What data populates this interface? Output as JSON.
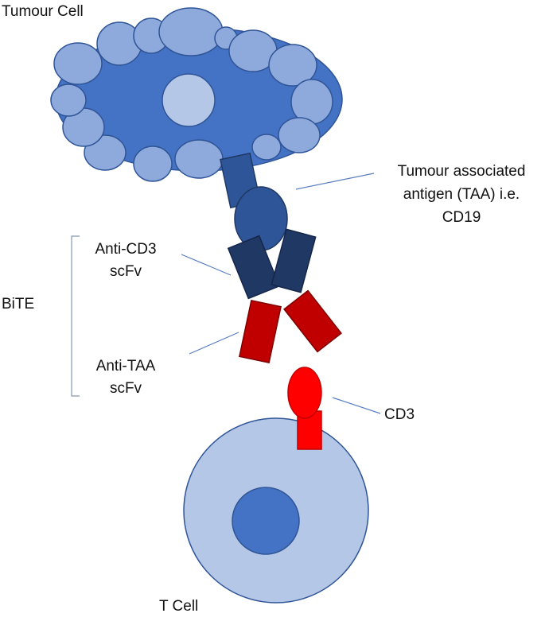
{
  "labels": {
    "tumour_cell": "Tumour Cell",
    "taa_line1": "Tumour associated",
    "taa_line2": "antigen (TAA) i.e.",
    "taa_line3": "CD19",
    "anti_cd3_line1": "Anti-CD3",
    "anti_cd3_line2": "scFv",
    "bite": "BiTE",
    "anti_taa_line1": "Anti-TAA",
    "anti_taa_line2": "scFv",
    "cd3": "CD3",
    "t_cell": "T Cell"
  },
  "colors": {
    "tumour_body": "#4472C4",
    "tumour_bubble": "#8EA9DB",
    "tumour_nucleus": "#B4C7E7",
    "outline": "#2F5597",
    "taa_antigen": "#2E5597",
    "anti_cd3_arm": "#1F3864",
    "anti_taa_arm": "#C00000",
    "cd3_receptor": "#FF0000",
    "t_cell_body": "#B4C7E7",
    "t_cell_nucleus": "#4472C4",
    "leader_line": "#5B7FC1",
    "bracket": "#8497B0"
  }
}
